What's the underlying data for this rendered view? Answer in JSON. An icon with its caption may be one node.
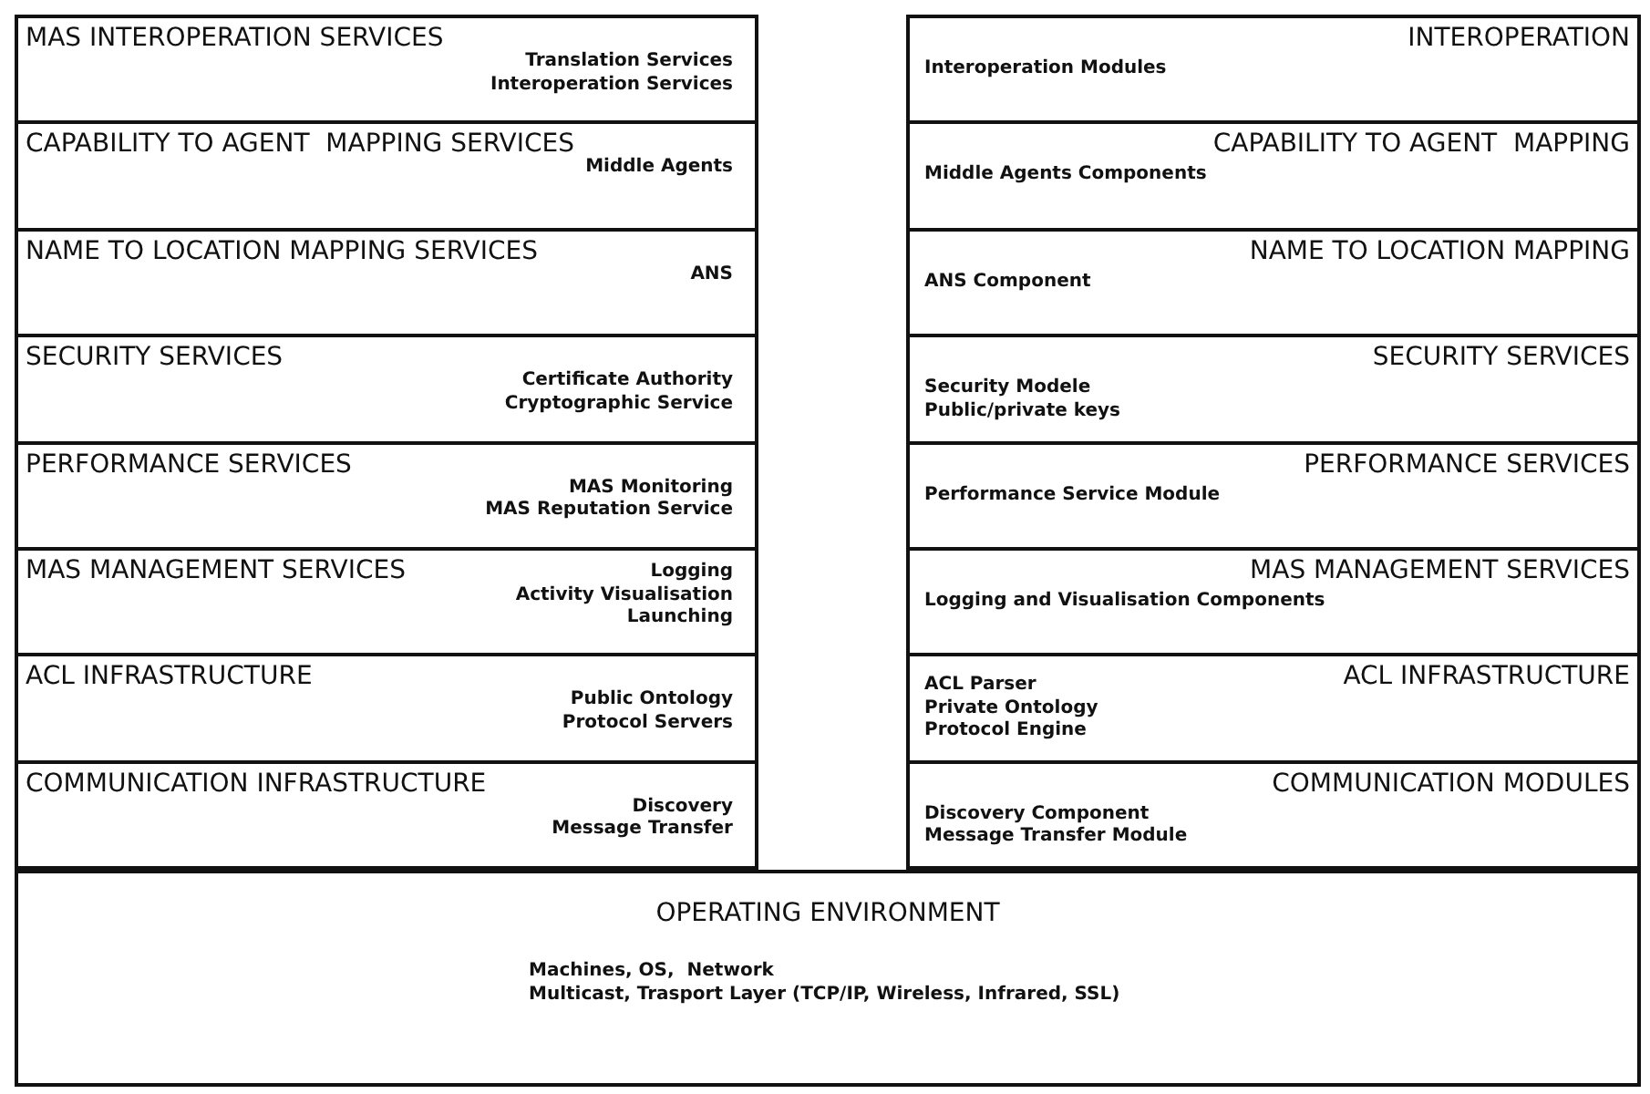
{
  "diagram": {
    "nodes": [
      {
        "text": [
          "MAS INTEROPERATION SERVICES",
          "Translation Services",
          "Interoperation Services"
        ]
      },
      {
        "text": [
          "CAPABILITY TO AGENT  MAPPING SERVICES",
          "Middle Agents"
        ]
      },
      {
        "text": [
          "NAME TO LOCATION MAPPING SERVICES",
          "ANS"
        ]
      },
      {
        "text": [
          "SECURITY SERVICES",
          "Certificate Authority",
          "Cryptographic Service"
        ]
      },
      {
        "text": [
          "PERFORMANCE SERVICES",
          "MAS Monitoring",
          "MAS Reputation Service"
        ]
      },
      {
        "text": [
          "MAS MANAGEMENT SERVICES",
          "Logging",
          "Activity Visualisation",
          "Launching"
        ]
      },
      {
        "text": [
          "ACL INFRASTRUCTURE",
          "Public Ontology",
          "Protocol Servers"
        ]
      },
      {
        "text": [
          "COMMUNICATION INFRASTRUCTURE",
          "Discovery",
          "Message Transfer"
        ]
      },
      {
        "text": [
          "INTEROPERATION",
          "Interoperation Modules"
        ]
      },
      {
        "text": [
          "CAPABILITY TO AGENT  MAPPING",
          "Middle Agents Components"
        ]
      },
      {
        "text": [
          "NAME TO LOCATION MAPPING",
          "ANS Component"
        ]
      },
      {
        "text": [
          "SECURITY SERVICES",
          "Security Modele",
          "Public/private keys"
        ]
      },
      {
        "text": [
          "PERFORMANCE SERVICES",
          "Performance Service Module"
        ]
      },
      {
        "text": [
          "MAS MANAGEMENT SERVICES",
          "Logging and Visualisation Components"
        ]
      },
      {
        "text": [
          "ACL INFRASTRUCTURE",
          "ACL Parser",
          "Private Ontology",
          "Protocol Engine"
        ]
      },
      {
        "text": [
          "COMMUNICATION MODULES",
          "Discovery Component",
          "Message Transfer Module"
        ]
      },
      {
        "text": [
          "OPERATING ENVIRONMENT",
          "Machines, OS,  Network",
          "Multicast, Trasport Layer (TCP/IP, Wireless, Infrared, SSL)"
        ]
      }
    ]
  }
}
